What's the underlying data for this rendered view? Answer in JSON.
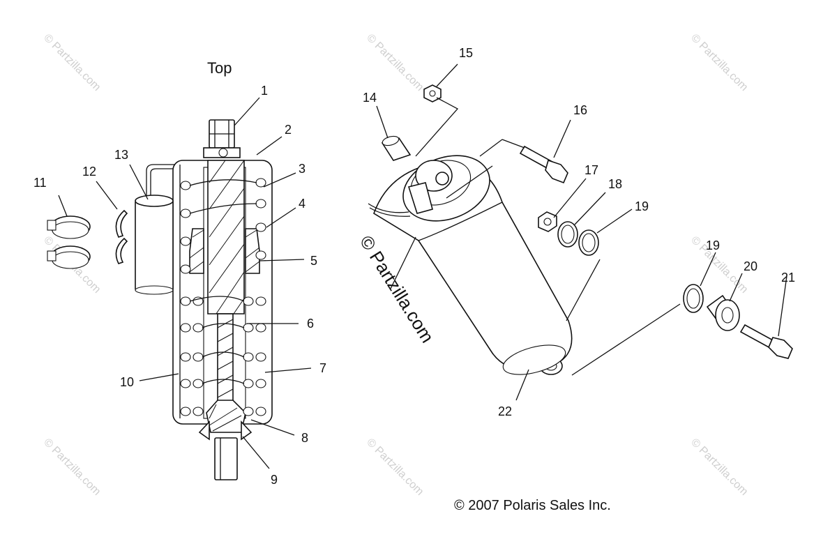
{
  "diagram": {
    "title": "Top",
    "copyright": "© 2007 Polaris Sales Inc.",
    "watermark": "© Partzilla.com",
    "callouts": [
      "1",
      "2",
      "3",
      "4",
      "5",
      "6",
      "7",
      "8",
      "9",
      "10",
      "11",
      "12",
      "13",
      "14",
      "15",
      "16",
      "17",
      "18",
      "19",
      "19",
      "20",
      "21",
      "22"
    ]
  }
}
